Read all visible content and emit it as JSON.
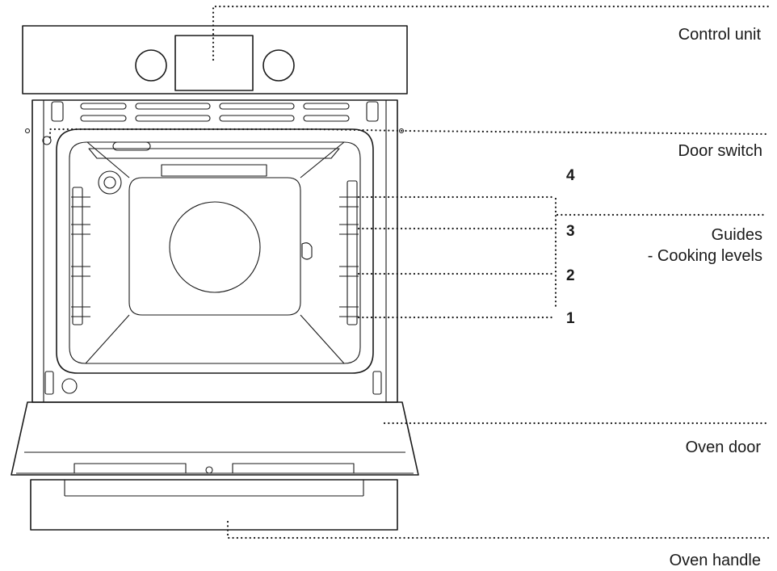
{
  "labels": {
    "control_unit": "Control unit",
    "door_switch": "Door switch",
    "guides_line1": "Guides",
    "guides_line2": "- Cooking levels",
    "oven_door": "Oven door",
    "oven_handle": "Oven handle"
  },
  "levels": [
    "4",
    "3",
    "2",
    "1"
  ],
  "colors": {
    "stroke": "#1a1a1a",
    "background": "#ffffff"
  }
}
